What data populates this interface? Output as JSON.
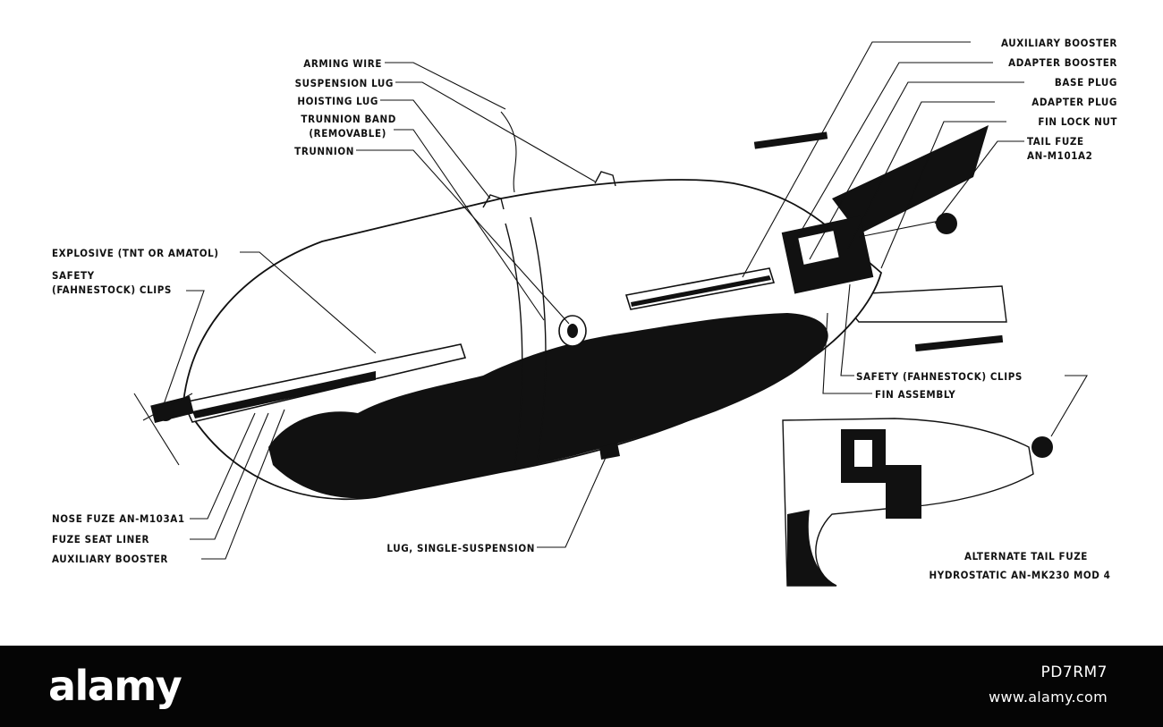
{
  "labels": {
    "arming_wire": "ARMING WIRE",
    "suspension_lug": "SUSPENSION LUG",
    "hoisting_lug": "HOISTING LUG",
    "trunnion_band_1": "TRUNNION BAND",
    "trunnion_band_2": "(REMOVABLE)",
    "trunnion": "TRUNNION",
    "explosive": "EXPLOSIVE (TNT OR AMATOL)",
    "safety_clips_nose_1": "SAFETY",
    "safety_clips_nose_2": "(FAHNESTOCK) CLIPS",
    "nose_fuze": "NOSE FUZE AN-M103A1",
    "fuze_seat_liner": "FUZE SEAT LINER",
    "aux_booster_nose": "AUXILIARY BOOSTER",
    "lug_single": "LUG, SINGLE-SUSPENSION",
    "aux_booster_tail": "AUXILIARY BOOSTER",
    "adapter_booster": "ADAPTER BOOSTER",
    "base_plug": "BASE PLUG",
    "adapter_plug": "ADAPTER PLUG",
    "fin_lock_nut": "FIN LOCK NUT",
    "tail_fuze_1": "TAIL FUZE",
    "tail_fuze_2": "AN-M101A2",
    "safety_clips_tail": "SAFETY (FAHNESTOCK) CLIPS",
    "fin_assembly": "FIN ASSEMBLY",
    "alt_tail_fuze_1": "ALTERNATE TAIL FUZE",
    "alt_tail_fuze_2": "HYDROSTATIC AN-MK230 MOD 4"
  },
  "footer": {
    "brand": "alamy",
    "stock_id": "PD7RM7",
    "site": "www.alamy.com"
  },
  "colors": {
    "ink": "#111111",
    "paper": "#ffffff",
    "footer_bg": "#050505",
    "footer_text": "#ffffff"
  }
}
